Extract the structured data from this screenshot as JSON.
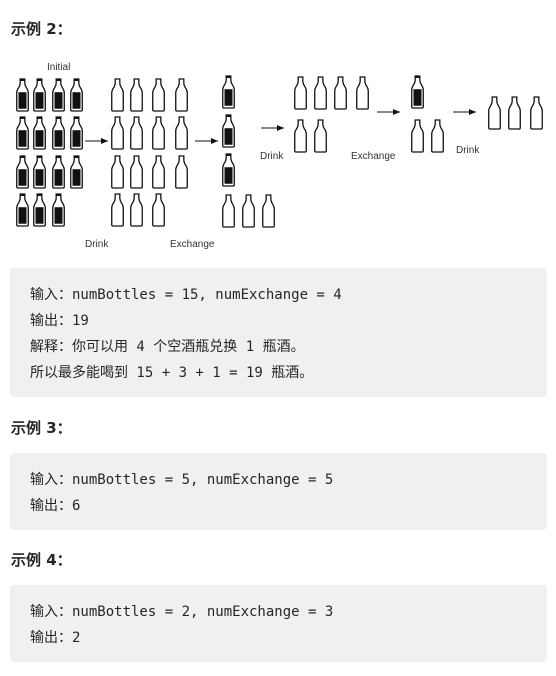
{
  "examples": [
    {
      "title": "示例 2：",
      "figure": {
        "labels": {
          "initial": "Initial",
          "drink1": "Drink",
          "exchange1": "Exchange",
          "drink2": "Drink",
          "exchange2": "Exchange",
          "drink3": "Drink"
        }
      },
      "lines": [
        "输入：numBottles = 15, numExchange = 4",
        "输出：19",
        "解释：你可以用 4 个空酒瓶兑换 1 瓶酒。",
        "所以最多能喝到 15 + 3 + 1 = 19 瓶酒。"
      ]
    },
    {
      "title": "示例 3：",
      "lines": [
        "输入：numBottles = 5, numExchange = 5",
        "输出：6"
      ]
    },
    {
      "title": "示例 4：",
      "lines": [
        "输入：numBottles = 2, numExchange = 3",
        "输出：2"
      ]
    }
  ]
}
